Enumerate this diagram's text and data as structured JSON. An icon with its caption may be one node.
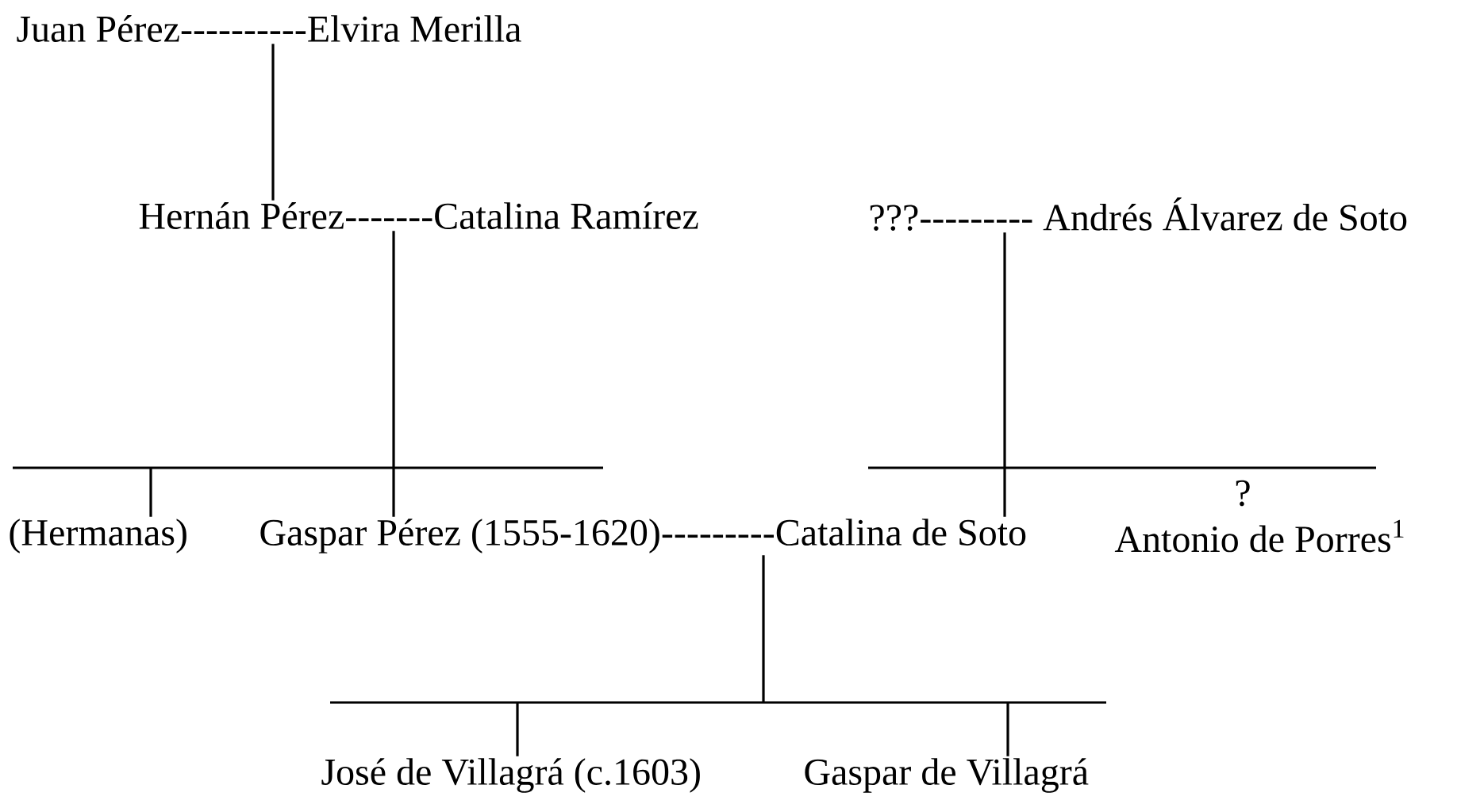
{
  "diagram": {
    "nodes": [
      {
        "text": [
          "Juan Pérez----------Elvira Merilla"
        ]
      },
      {
        "text": [
          "Hernán Pérez-------Catalina Ramírez"
        ]
      },
      {
        "text": [
          "???--------- Andrés Álvarez de Soto"
        ]
      },
      {
        "text": [
          "(Hermanas)"
        ]
      },
      {
        "text": [
          "Gaspar Pérez (1555-1620)---------Catalina de Soto"
        ]
      },
      {
        "text": [
          "Antonio de Porres$^{1}$"
        ]
      },
      {
        "text": [
          "José de Villagrá (c.1603)"
        ]
      },
      {
        "text": [
          "Gaspar de Villagrá"
        ]
      }
    ],
    "edges": [
      {
        "from": 0,
        "to": 1,
        "arrow": "none"
      },
      {
        "from": 1,
        "to": 3,
        "arrow": "none"
      },
      {
        "from": 1,
        "to": 4,
        "arrow": "none"
      },
      {
        "from": 2,
        "to": 4,
        "arrow": "none"
      },
      {
        "from": 4,
        "to": 6,
        "arrow": "none"
      },
      {
        "from": 4,
        "to": 7,
        "arrow": "none"
      }
    ],
    "labels": [
      "?"
    ]
  }
}
